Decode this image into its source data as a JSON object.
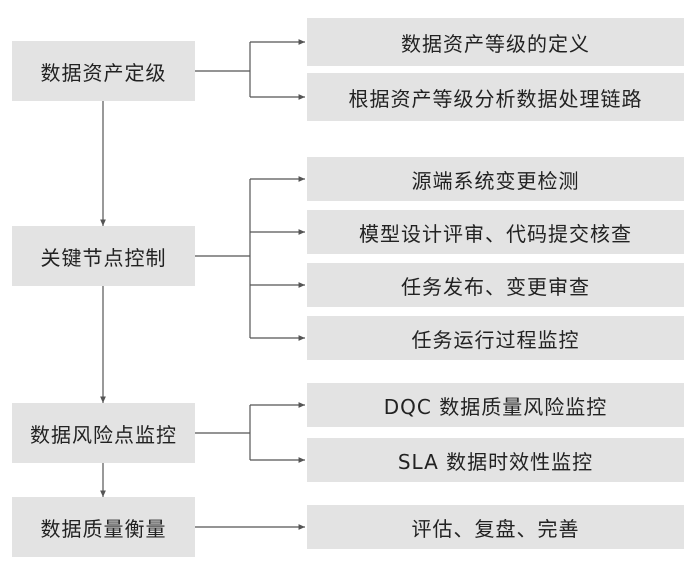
{
  "stages": [
    {
      "label": "数据资产定级",
      "children": [
        "数据资产等级的定义",
        "根据资产等级分析数据处理链路"
      ]
    },
    {
      "label": "关键节点控制",
      "children": [
        "源端系统变更检测",
        "模型设计评审、代码提交核查",
        "任务发布、变更审查",
        "任务运行过程监控"
      ]
    },
    {
      "label": "数据风险点监控",
      "children": [
        "DQC 数据质量风险监控",
        "SLA 数据时效性监控"
      ]
    },
    {
      "label": "数据质量衡量",
      "children": [
        "评估、复盘、完善"
      ]
    }
  ],
  "colors": {
    "box": "#e3e3e3",
    "line": "#555555",
    "text": "#222222"
  }
}
